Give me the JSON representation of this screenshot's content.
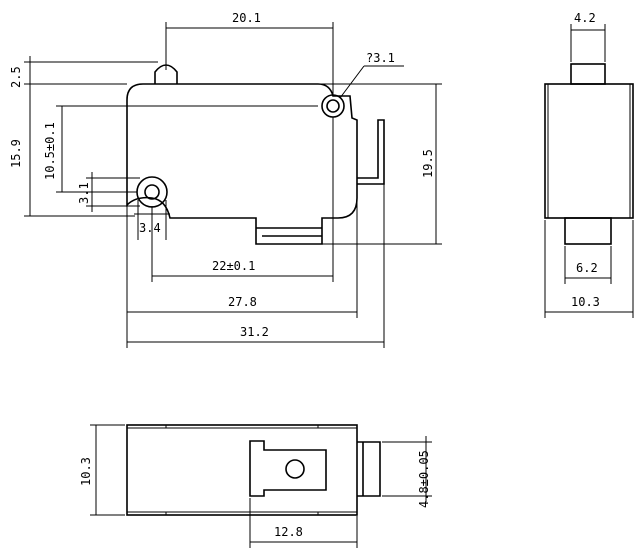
{
  "drawing": {
    "front_view": {
      "dim_top_width": "20.1",
      "dim_hole_diameter": "?3.1",
      "dim_actuator_height": "2.5",
      "dim_total_height_left": "15.9",
      "dim_hole_spacing_v": "10.5±0.1",
      "dim_lower_hole_offset": "3.1",
      "dim_lower_hole_dia": "3.4",
      "dim_right_height": "19.5",
      "dim_hole_spacing_h": "22±0.1",
      "dim_body_length": "27.8",
      "dim_overall_length": "31.2"
    },
    "side_view": {
      "dim_plunger_width": "4.2",
      "dim_terminal_width": "6.2",
      "dim_body_thickness": "10.3"
    },
    "bottom_view": {
      "dim_body_thickness": "10.3",
      "dim_terminal_width": "4.8±0.05",
      "dim_terminal_length": "12.8"
    }
  }
}
